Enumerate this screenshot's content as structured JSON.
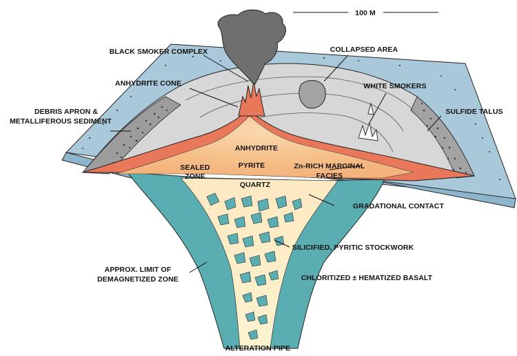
{
  "scale_bar": {
    "label": "100 M"
  },
  "labels": {
    "black_smoker_complex": "BLACK SMOKER COMPLEX",
    "collapsed_area": "COLLAPSED AREA",
    "anhydrite_cone": "ANHYDRITE CONE",
    "white_smokers": "WHITE SMOKERS",
    "debris_apron_line1": "DEBRIS APRON &",
    "debris_apron_line2": "METALLIFEROUS SEDIMENT",
    "sulfide_talus": "SULFIDE TALUS",
    "anhydrite": "ANHYDRITE",
    "sealed_zone_line1": "SEALED",
    "sealed_zone_line2": "ZONE",
    "pyrite": "PYRITE",
    "zn_rich_line1": "Zn-RICH MARGINAL",
    "zn_rich_line2": "FACIES",
    "quartz": "QUARTZ",
    "gradational_contact": "GRADATIONAL CONTACT",
    "silicified_stockwork": "SILICIFIED, PYRITIC STOCKWORK",
    "approx_limit_line1": "APPROX. LIMIT OF",
    "approx_limit_line2": "DEMAGNETIZED ZONE",
    "chloritized_basalt": "CHLORITIZED ± HEMATIZED BASALT",
    "alteration_pipe": "ALTERATION PIPE"
  },
  "colors": {
    "seafloor": "#a9c9db",
    "mound_grey": "#d9d9d9",
    "dark_grey": "#9a9a9a",
    "sulfide_red": "#e9785a",
    "pyrite_orange": "#f6c89a",
    "stockwork_cream": "#fbf0c2",
    "basalt_teal": "#5aaeb2",
    "smoke": "#6f6f6f"
  }
}
